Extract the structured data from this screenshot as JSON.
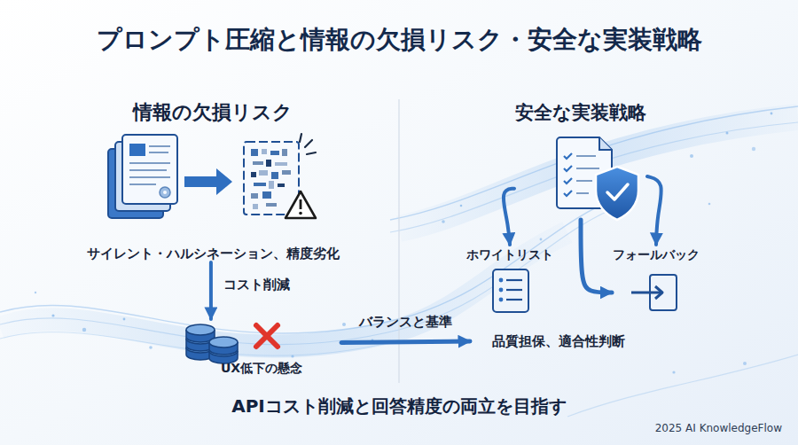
{
  "diagram": {
    "title": "プロンプト圧縮と情報の欠損リスク・安全な実装戦略",
    "caption": "APIコスト削減と回答精度の両立を目指す",
    "nodes": [
      {
        "text": [
          "情報の欠損リスク",
          "サイレント・ハルシネーション、精度劣化"
        ]
      },
      {
        "text": [
          "安全な実装戦略"
        ]
      },
      {
        "text": [
          "ホワイトリスト"
        ]
      },
      {
        "text": [
          "フォールバック"
        ]
      },
      {
        "text": [
          "UX低下の懸念"
        ]
      },
      {
        "text": [
          "品質担保、適合性判断"
        ]
      }
    ],
    "edges": [
      {
        "from": 0,
        "to": 4,
        "label": "コスト削減",
        "arrow": "to"
      },
      {
        "from": 4,
        "to": 5,
        "label": "バランスと基準",
        "arrow": "to"
      },
      {
        "from": 1,
        "to": 2,
        "arrow": "to"
      },
      {
        "from": 1,
        "to": 3,
        "arrow": "to"
      },
      {
        "from": 1,
        "to": 3,
        "arrow": "to"
      }
    ],
    "labels": [
      "2025 AI KnowledgeFlow"
    ]
  }
}
